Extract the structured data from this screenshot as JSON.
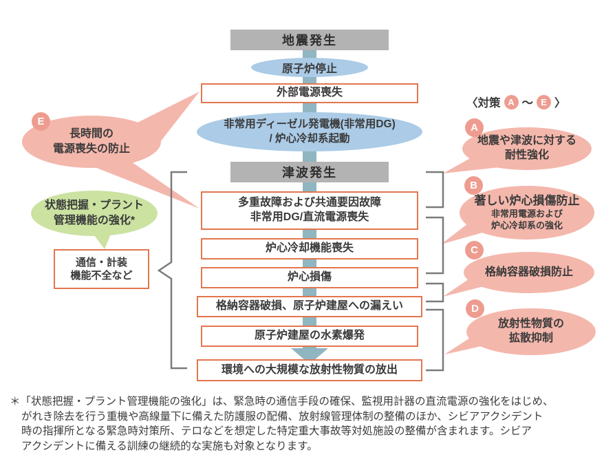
{
  "colors": {
    "gray_box": "#b3b3b3",
    "teal_connector": "#8fb6c1",
    "blue_ellipse": "#abcbe6",
    "orange_border": "#e2764e",
    "pink_bubble": "#f4b7ac",
    "pink_badge": "#ee9c90",
    "green_bubble": "#cbe2a1",
    "bracket_gray": "#7a7a7a",
    "text": "#3a3a3a"
  },
  "flow": {
    "earthquake": "地震発生",
    "reactor_stop": "原子炉停止",
    "external_power_loss": "外部電源喪失",
    "dg_line1": "非常用ディーゼル発電機(非常用DG)",
    "dg_line2": "/ 炉心冷却系起動",
    "tsunami": "津波発生",
    "multi_failure_line1": "多重故障および共通要因故障",
    "multi_failure_line2": "非常用DG/直流電源喪失",
    "cooling_loss": "炉心冷却機能喪失",
    "core_damage": "炉心損傷",
    "containment_damage": "格納容器破損、原子炉建屋への漏えい",
    "hydrogen_explosion": "原子炉建屋の水素爆発",
    "radioactive_release": "環境への大規模な放射性物質の放出"
  },
  "left": {
    "e_badge": "E",
    "e_bubble_line1": "長時間の",
    "e_bubble_line2": "電源喪失の防止",
    "green_bubble_line1": "状態把握・プラント",
    "green_bubble_line2": "管理機能の強化*",
    "comm_box_line1": "通信・計装",
    "comm_box_line2": "機能不全など"
  },
  "legend": {
    "prefix": "〈対策",
    "badge_a": "A",
    "tilde": "～",
    "badge_e": "E",
    "suffix": "〉"
  },
  "measures": {
    "a": {
      "badge": "A",
      "line1": "地震や津波に対する",
      "line2": "耐性強化"
    },
    "b": {
      "badge": "B",
      "title": "著しい炉心損傷防止",
      "sub1": "非常用電源および",
      "sub2": "炉心冷却系の強化"
    },
    "c": {
      "badge": "C",
      "line1": "格納容器破損防止"
    },
    "d": {
      "badge": "D",
      "line1": "放射性物質の",
      "line2": "拡散抑制"
    }
  },
  "footnote": {
    "line1": "＊「状態把握・プラント管理機能の強化」は、緊急時の通信手段の確保、監視用計器の直流電源の強化をはじめ、",
    "line2": "がれき除去を行う重機や高線量下に備えた防護服の配備、放射線管理体制の整備のほか、シビアアクシデント",
    "line3": "時の指揮所となる緊急時対策所、テロなどを想定した特定重大事故等対処施設の整備が含まれます。シビア",
    "line4": "アクシデントに備える訓練の継続的な実施も対象となります。"
  }
}
